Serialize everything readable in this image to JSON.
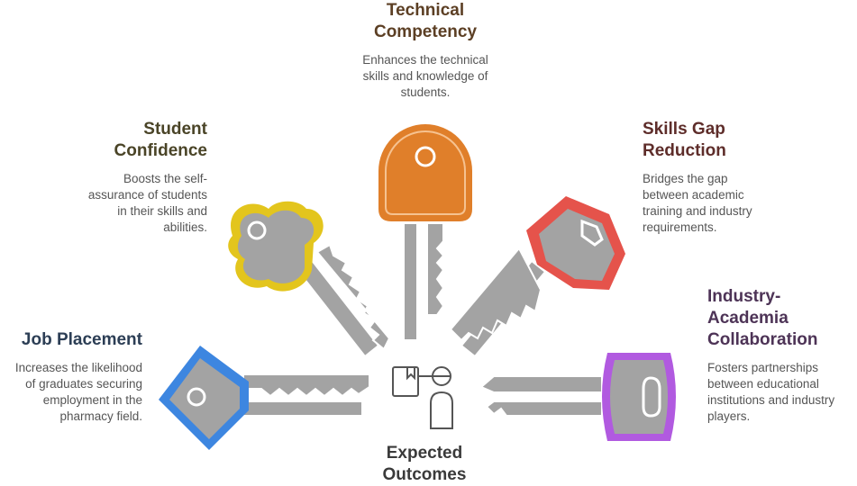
{
  "center": {
    "title_line1": "Expected",
    "title_line2": "Outcomes",
    "icon": "worker-with-box-icon"
  },
  "items": {
    "technical": {
      "title_line1": "Technical",
      "title_line2": "Competency",
      "desc": [
        "Enhances the technical",
        "skills and knowledge of",
        "students."
      ],
      "color": "#E07F2A",
      "title_color": "#5C3F24"
    },
    "confidence": {
      "title_line1": "Student",
      "title_line2": "Confidence",
      "desc": [
        "Boosts the self-",
        "assurance of students",
        "in their skills and",
        "abilities."
      ],
      "color": "#E3C51D",
      "title_color": "#4A4427"
    },
    "skills": {
      "title_line1": "Skills Gap",
      "title_line2": "Reduction",
      "desc": [
        "Bridges the gap",
        "between academic",
        "training and industry",
        "requirements."
      ],
      "color": "#E5534B",
      "title_color": "#5E2D2A"
    },
    "job": {
      "title_line1": "Job Placement",
      "desc": [
        "Increases the likelihood",
        "of graduates securing",
        "employment in the",
        "pharmacy field."
      ],
      "color": "#3D86E0",
      "title_color": "#2C3E55"
    },
    "industry": {
      "title_line1": "Industry-",
      "title_line2": "Academia",
      "title_line3": "Collaboration",
      "desc": [
        "Fosters partnerships",
        "between educational",
        "institutions and industry",
        "players."
      ],
      "color": "#B15AE0",
      "title_color": "#4D3356"
    }
  }
}
